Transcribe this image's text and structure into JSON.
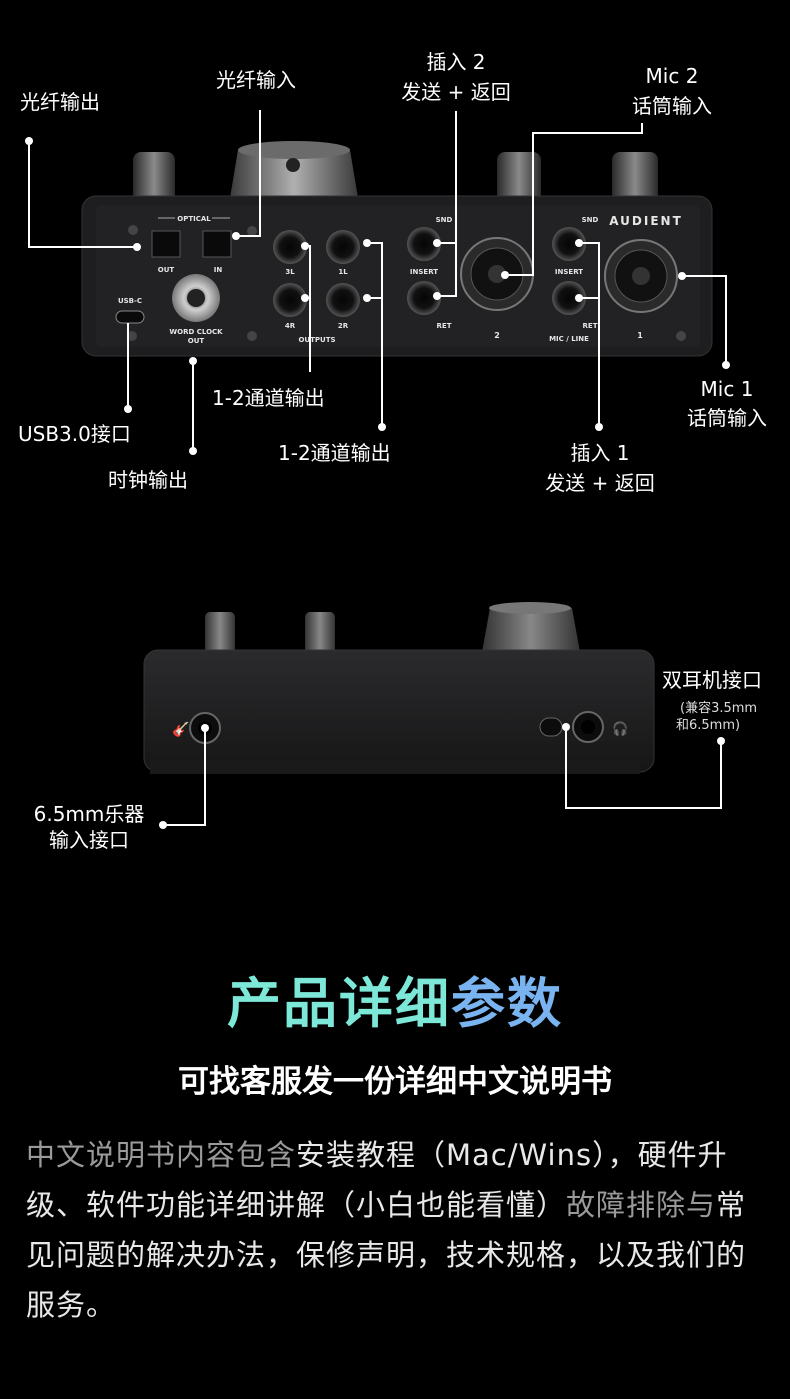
{
  "rear_labels": {
    "optical_out": "光纤输出",
    "optical_in": "光纤输入",
    "insert2_line1": "插入 2",
    "insert2_line2": "发送 + 返回",
    "mic2_line1": "Mic 2",
    "mic2_line2": "话筒输入",
    "usb": "USB3.0接口",
    "outputs_12_a": "1-2通道输出",
    "outputs_12_b": "1-2通道输出",
    "clock_out": "时钟输出",
    "insert1_line1": "插入 1",
    "insert1_line2": "发送 + 返回",
    "mic1_line1": "Mic 1",
    "mic1_line2": "话筒输入"
  },
  "front_labels": {
    "headphone_title": "双耳机接口",
    "headphone_note1": "(兼容3.5mm",
    "headphone_note2": "和6.5mm)",
    "instrument_line1": "6.5mm乐器",
    "instrument_line2": "输入接口"
  },
  "device_print": {
    "optical": "OPTICAL",
    "out": "OUT",
    "in": "IN",
    "usb_c": "USB-C",
    "word_clock_1": "WORD CLOCK",
    "word_clock_2": "OUT",
    "out_3l": "3L",
    "out_1l": "1L",
    "out_4r": "4R",
    "out_2r": "2R",
    "outputs": "OUTPUTS",
    "snd_a": "SND",
    "insert_a": "INSERT",
    "ret_a": "RET",
    "ch2": "2",
    "brand": "AUDIENT",
    "snd_b": "SND",
    "insert_b": "INSERT",
    "ret_b": "RET",
    "mic_line": "MIC / LINE",
    "ch1": "1"
  },
  "section": {
    "title_part1": "产品详细",
    "title_part2": "参数",
    "subtitle": "可找客服发一份详细中文说明书",
    "desc_p1": "中文说明书内容包含",
    "desc_p2": "安装教程（Mac/Wins），硬件升级、软件功能详细讲解（小白也能看懂）",
    "desc_p3": "故障排除与",
    "desc_p4": "常见问题的解决办法，保修声明，技术规格，以及我们的服务。"
  },
  "colors": {
    "background": "#000000",
    "title_gradient_start": "#7de8d8",
    "title_gradient_end": "#7ab4f0",
    "device_body": "#1e1e20"
  }
}
